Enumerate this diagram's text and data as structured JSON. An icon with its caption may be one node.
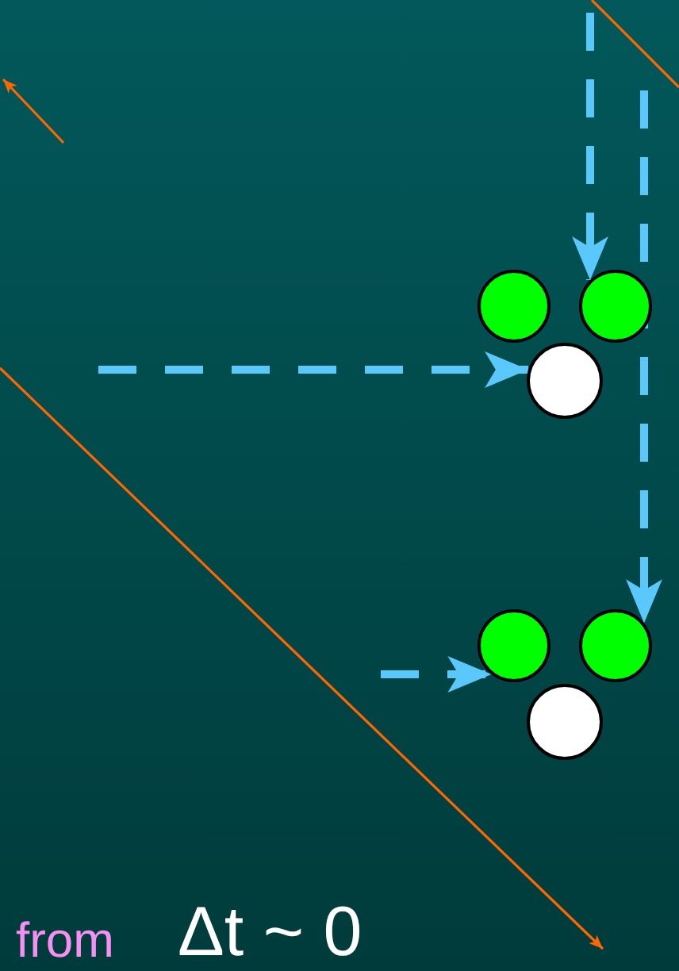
{
  "diagram": {
    "nodes": [
      {
        "text": [],
        "shape": "circle"
      },
      {
        "text": [],
        "shape": "circle"
      },
      {
        "text": [],
        "shape": "circle"
      },
      {
        "text": [],
        "shape": "circle"
      },
      {
        "text": [],
        "shape": "circle"
      },
      {
        "text": [],
        "shape": "circle"
      }
    ],
    "edges": [
      {
        "from": null,
        "to": 1,
        "arrow": "to",
        "style": "dashed"
      },
      {
        "from": null,
        "to": 2,
        "arrow": "to",
        "style": "dashed"
      },
      {
        "from": null,
        "to": 4,
        "arrow": "to",
        "style": "dashed"
      },
      {
        "from": null,
        "to": 3,
        "arrow": "to",
        "style": "dashed"
      }
    ],
    "labels": [
      "from",
      "Δt ~ 0"
    ]
  }
}
